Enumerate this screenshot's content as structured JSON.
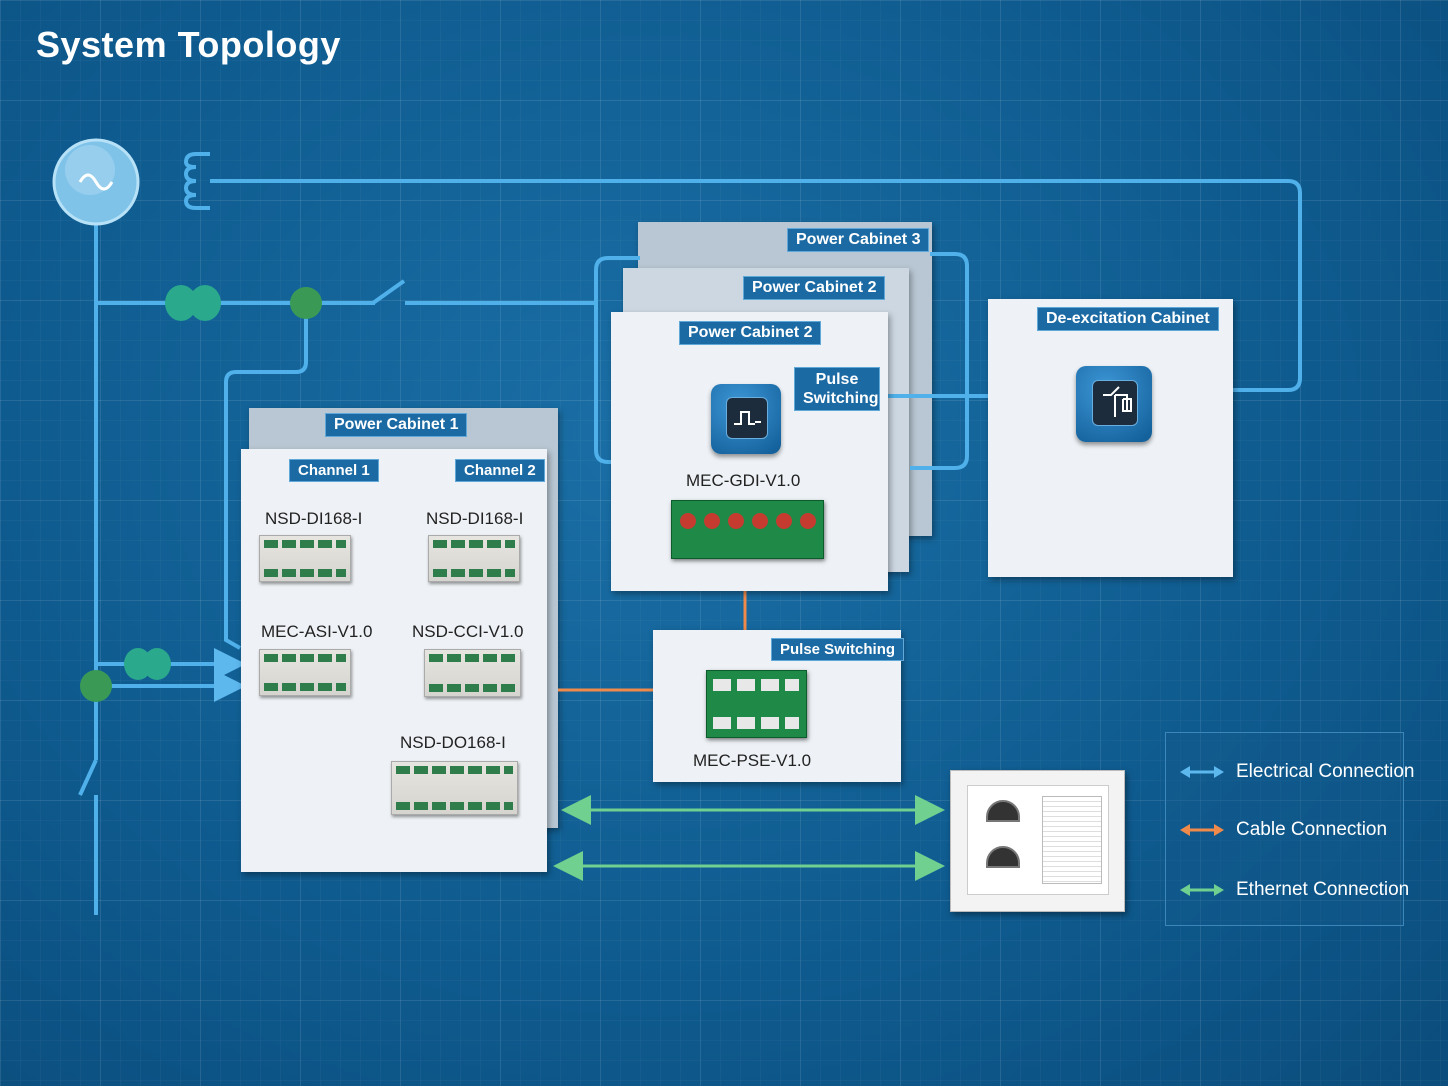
{
  "title": "System Topology",
  "cabinets": {
    "power_cabinet_3": "Power Cabinet 3",
    "power_cabinet_2_back": "Power Cabinet 2",
    "power_cabinet_2_front": "Power Cabinet 2",
    "power_cabinet_1": "Power Cabinet 1",
    "de_excitation": "De-excitation Cabinet",
    "pulse_switching_top": "Pulse Switching",
    "pulse_switching_bottom": "Pulse Switching"
  },
  "channels": {
    "channel_1": "Channel 1",
    "channel_2": "Channel 2"
  },
  "devices": {
    "di168_ch1": "NSD-DI168-I",
    "di168_ch2": "NSD-DI168-I",
    "mec_asi": "MEC-ASI-V1.0",
    "nsd_cci": "NSD-CCI-V1.0",
    "nsd_do168": "NSD-DO168-I",
    "mec_gdi": "MEC-GDI-V1.0",
    "mec_pse": "MEC-PSE-V1.0"
  },
  "legend": {
    "electrical": "Electrical Connection",
    "cable": "Cable Connection",
    "ethernet": "Ethernet Connection"
  },
  "colors": {
    "electrical": "#5db8ee",
    "cable": "#f08a4b",
    "ethernet": "#6fd08f",
    "tag_bg": "#1b6aa3"
  }
}
